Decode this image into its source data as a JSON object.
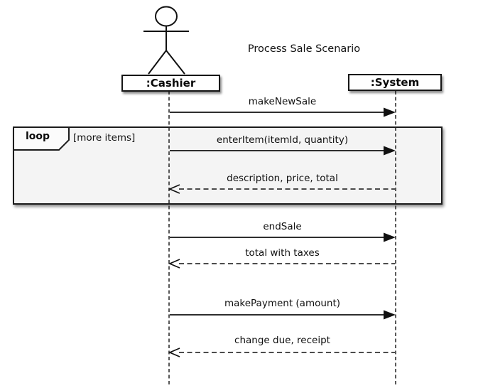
{
  "diagram": {
    "title": "Process Sale Scenario",
    "lifelines": [
      {
        "id": "cashier",
        "label": ":Cashier",
        "kind": "actor"
      },
      {
        "id": "system",
        "label": ":System",
        "kind": "object"
      }
    ],
    "loop_fragment": {
      "operator": "loop",
      "guard": "[more items]"
    },
    "messages": [
      {
        "label": "makeNewSale",
        "from": "cashier",
        "to": "system",
        "kind": "sync"
      },
      {
        "label": "enterItem(itemId, quantity)",
        "from": "cashier",
        "to": "system",
        "kind": "sync",
        "in_fragment": "loop"
      },
      {
        "label": "description, price, total",
        "from": "system",
        "to": "cashier",
        "kind": "return",
        "in_fragment": "loop"
      },
      {
        "label": "endSale",
        "from": "cashier",
        "to": "system",
        "kind": "sync"
      },
      {
        "label": "total with taxes",
        "from": "system",
        "to": "cashier",
        "kind": "return"
      },
      {
        "label": "makePayment (amount)",
        "from": "cashier",
        "to": "system",
        "kind": "sync"
      },
      {
        "label": "change due, receipt",
        "from": "system",
        "to": "cashier",
        "kind": "return"
      }
    ],
    "colors": {
      "background": "#ffffff",
      "stroke": "#161616",
      "loop_fill": "#f4f4f4",
      "box_fill": "#ffffff"
    }
  }
}
